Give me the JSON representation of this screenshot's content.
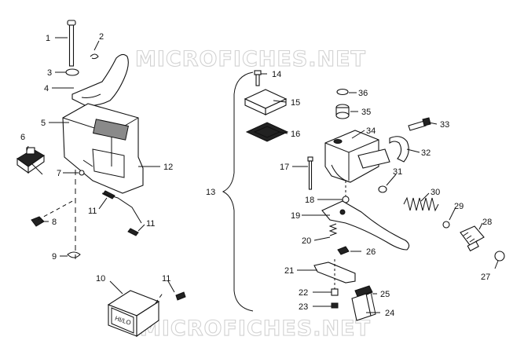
{
  "watermark": "MICROFICHES.NET",
  "callouts": [
    "1",
    "2",
    "3",
    "4",
    "5",
    "6",
    "7",
    "8",
    "9",
    "10",
    "11",
    "11",
    "11",
    "12",
    "13",
    "14",
    "15",
    "16",
    "17",
    "18",
    "19",
    "20",
    "21",
    "22",
    "23",
    "24",
    "25",
    "26",
    "27",
    "28",
    "29",
    "30",
    "31",
    "32",
    "33",
    "34",
    "35",
    "36"
  ],
  "switch_face_text": "HI/LO"
}
